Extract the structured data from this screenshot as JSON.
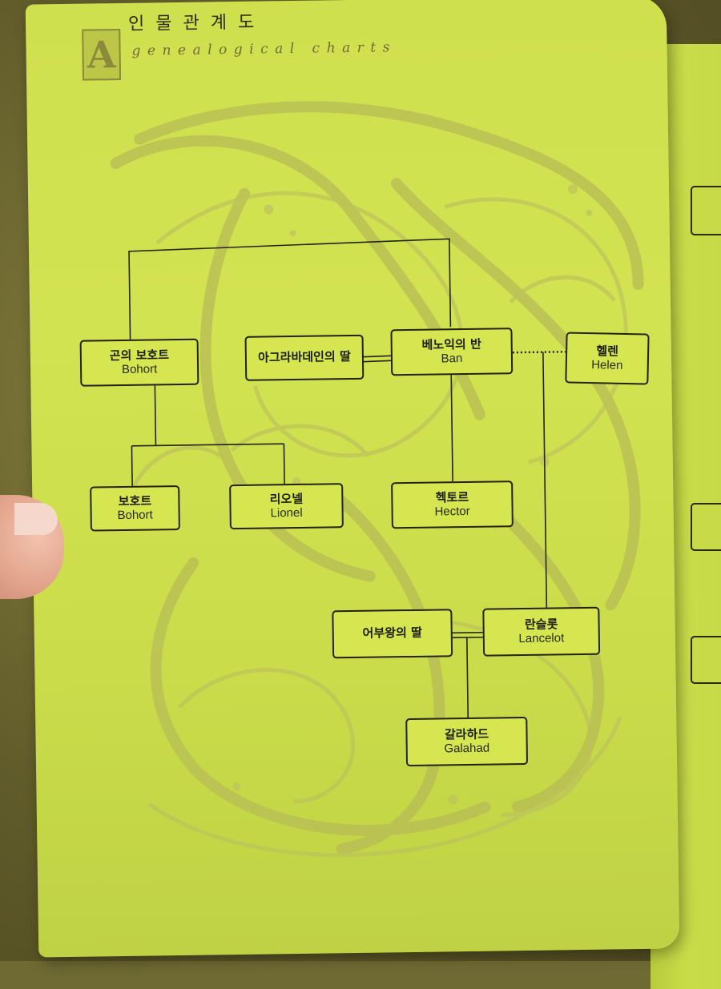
{
  "header": {
    "title_ko": "인물관계도",
    "title_en": "genealogical charts",
    "logo_letter": "A"
  },
  "nodes": {
    "bohort_gon": {
      "ko": "곤의 보호트",
      "en": "Bohort"
    },
    "agravadain_daughter": {
      "ko": "아그라바데인의 딸",
      "en": ""
    },
    "ban_benoic": {
      "ko": "베노익의 반",
      "en": "Ban"
    },
    "helen": {
      "ko": "헬렌",
      "en": "Helen"
    },
    "bohort": {
      "ko": "보호트",
      "en": "Bohort"
    },
    "lionel": {
      "ko": "리오넬",
      "en": "Lionel"
    },
    "hector": {
      "ko": "헥토르",
      "en": "Hector"
    },
    "king_pelles_daughter": {
      "ko": "어부왕의 딸",
      "en": ""
    },
    "lancelot": {
      "ko": "란슬롯",
      "en": "Lancelot"
    },
    "galahad": {
      "ko": "갈라하드",
      "en": "Galahad"
    }
  },
  "colors": {
    "page": "#d2e351",
    "ink": "#232317",
    "ornament": "#b7bd55"
  }
}
